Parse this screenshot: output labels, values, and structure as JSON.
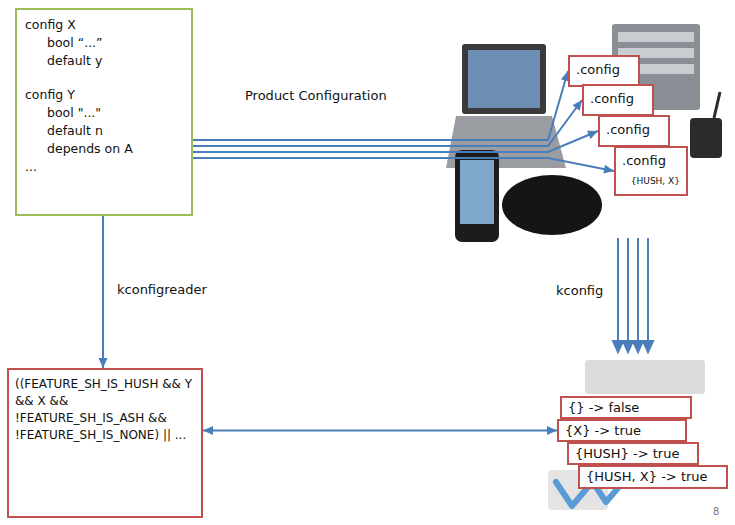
{
  "diagram": {
    "nodes": [
      {
        "text": [
          "config X",
          "bool “...”",
          "default y",
          "config Y",
          "bool \"...\"",
          "default n",
          "depends on A",
          "..."
        ]
      },
      {
        "text": [
          ".config"
        ]
      },
      {
        "text": [
          ".config"
        ]
      },
      {
        "text": [
          ".config"
        ]
      },
      {
        "text": [
          ".config",
          "{HUSH, X}"
        ]
      },
      {
        "text": [
          "((FEATURE_SH_IS_HUSH && Y && X && !FEATURE_SH_IS_ASH && !FEATURE_SH_IS_NONE) || ..."
        ]
      },
      {
        "text": [
          "{} -> false"
        ]
      },
      {
        "text": [
          "{X} -> true"
        ]
      },
      {
        "text": [
          "{HUSH} -> true"
        ]
      },
      {
        "text": [
          "{HUSH, X} -> true"
        ]
      }
    ],
    "edges": [
      {
        "from": 0,
        "to": 1,
        "arrow": "to",
        "label": "Product Configuration"
      },
      {
        "from": 0,
        "to": 2,
        "arrow": "to"
      },
      {
        "from": 0,
        "to": 3,
        "arrow": "to"
      },
      {
        "from": 0,
        "to": 4,
        "arrow": "to"
      },
      {
        "from": 0,
        "to": 5,
        "arrow": "to",
        "label": "kconfigreader"
      },
      {
        "from": 5,
        "to": 7,
        "arrow": "both"
      }
    ],
    "labels": [
      "kconfig",
      "8"
    ]
  }
}
